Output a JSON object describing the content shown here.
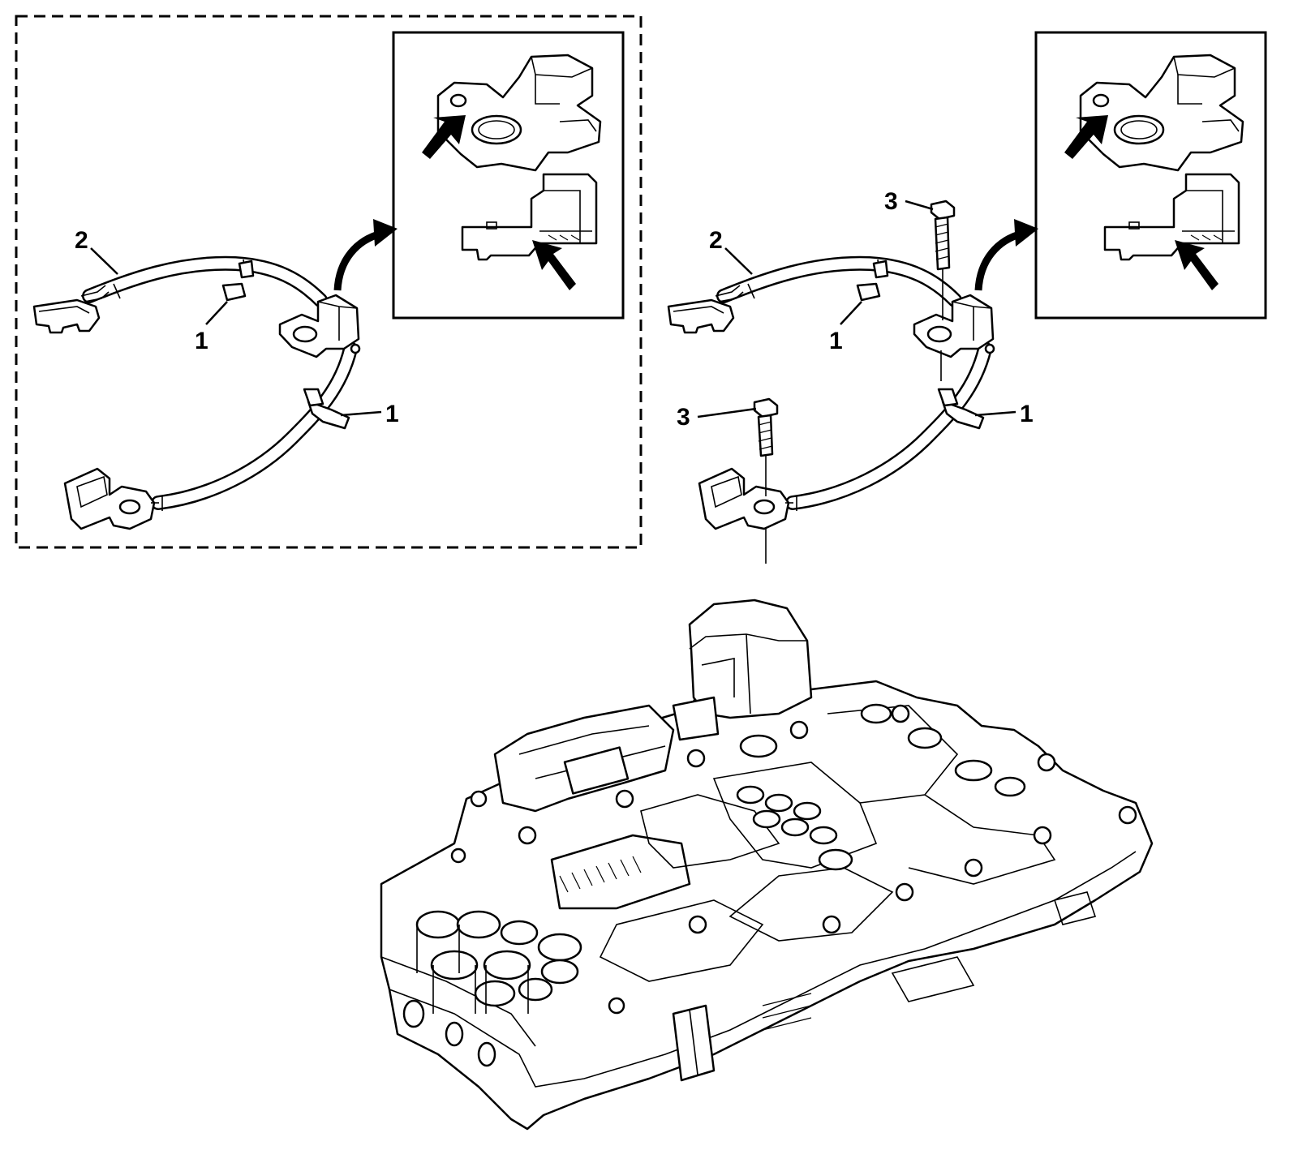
{
  "callouts": {
    "left_panel": {
      "harness_label": "2",
      "clip_label_upper": "1",
      "clip_label_lower": "1"
    },
    "right_panel": {
      "harness_label": "2",
      "clip_label_upper": "1",
      "clip_label_lower": "1",
      "bolt_label_upper": "3",
      "bolt_label_lower": "3"
    }
  },
  "colors": {
    "ink": "#000000",
    "paper": "#ffffff"
  },
  "icons": {
    "detail_arrow": "curved-arrow-icon",
    "pointer_arrow": "solid-arrow-icon"
  }
}
